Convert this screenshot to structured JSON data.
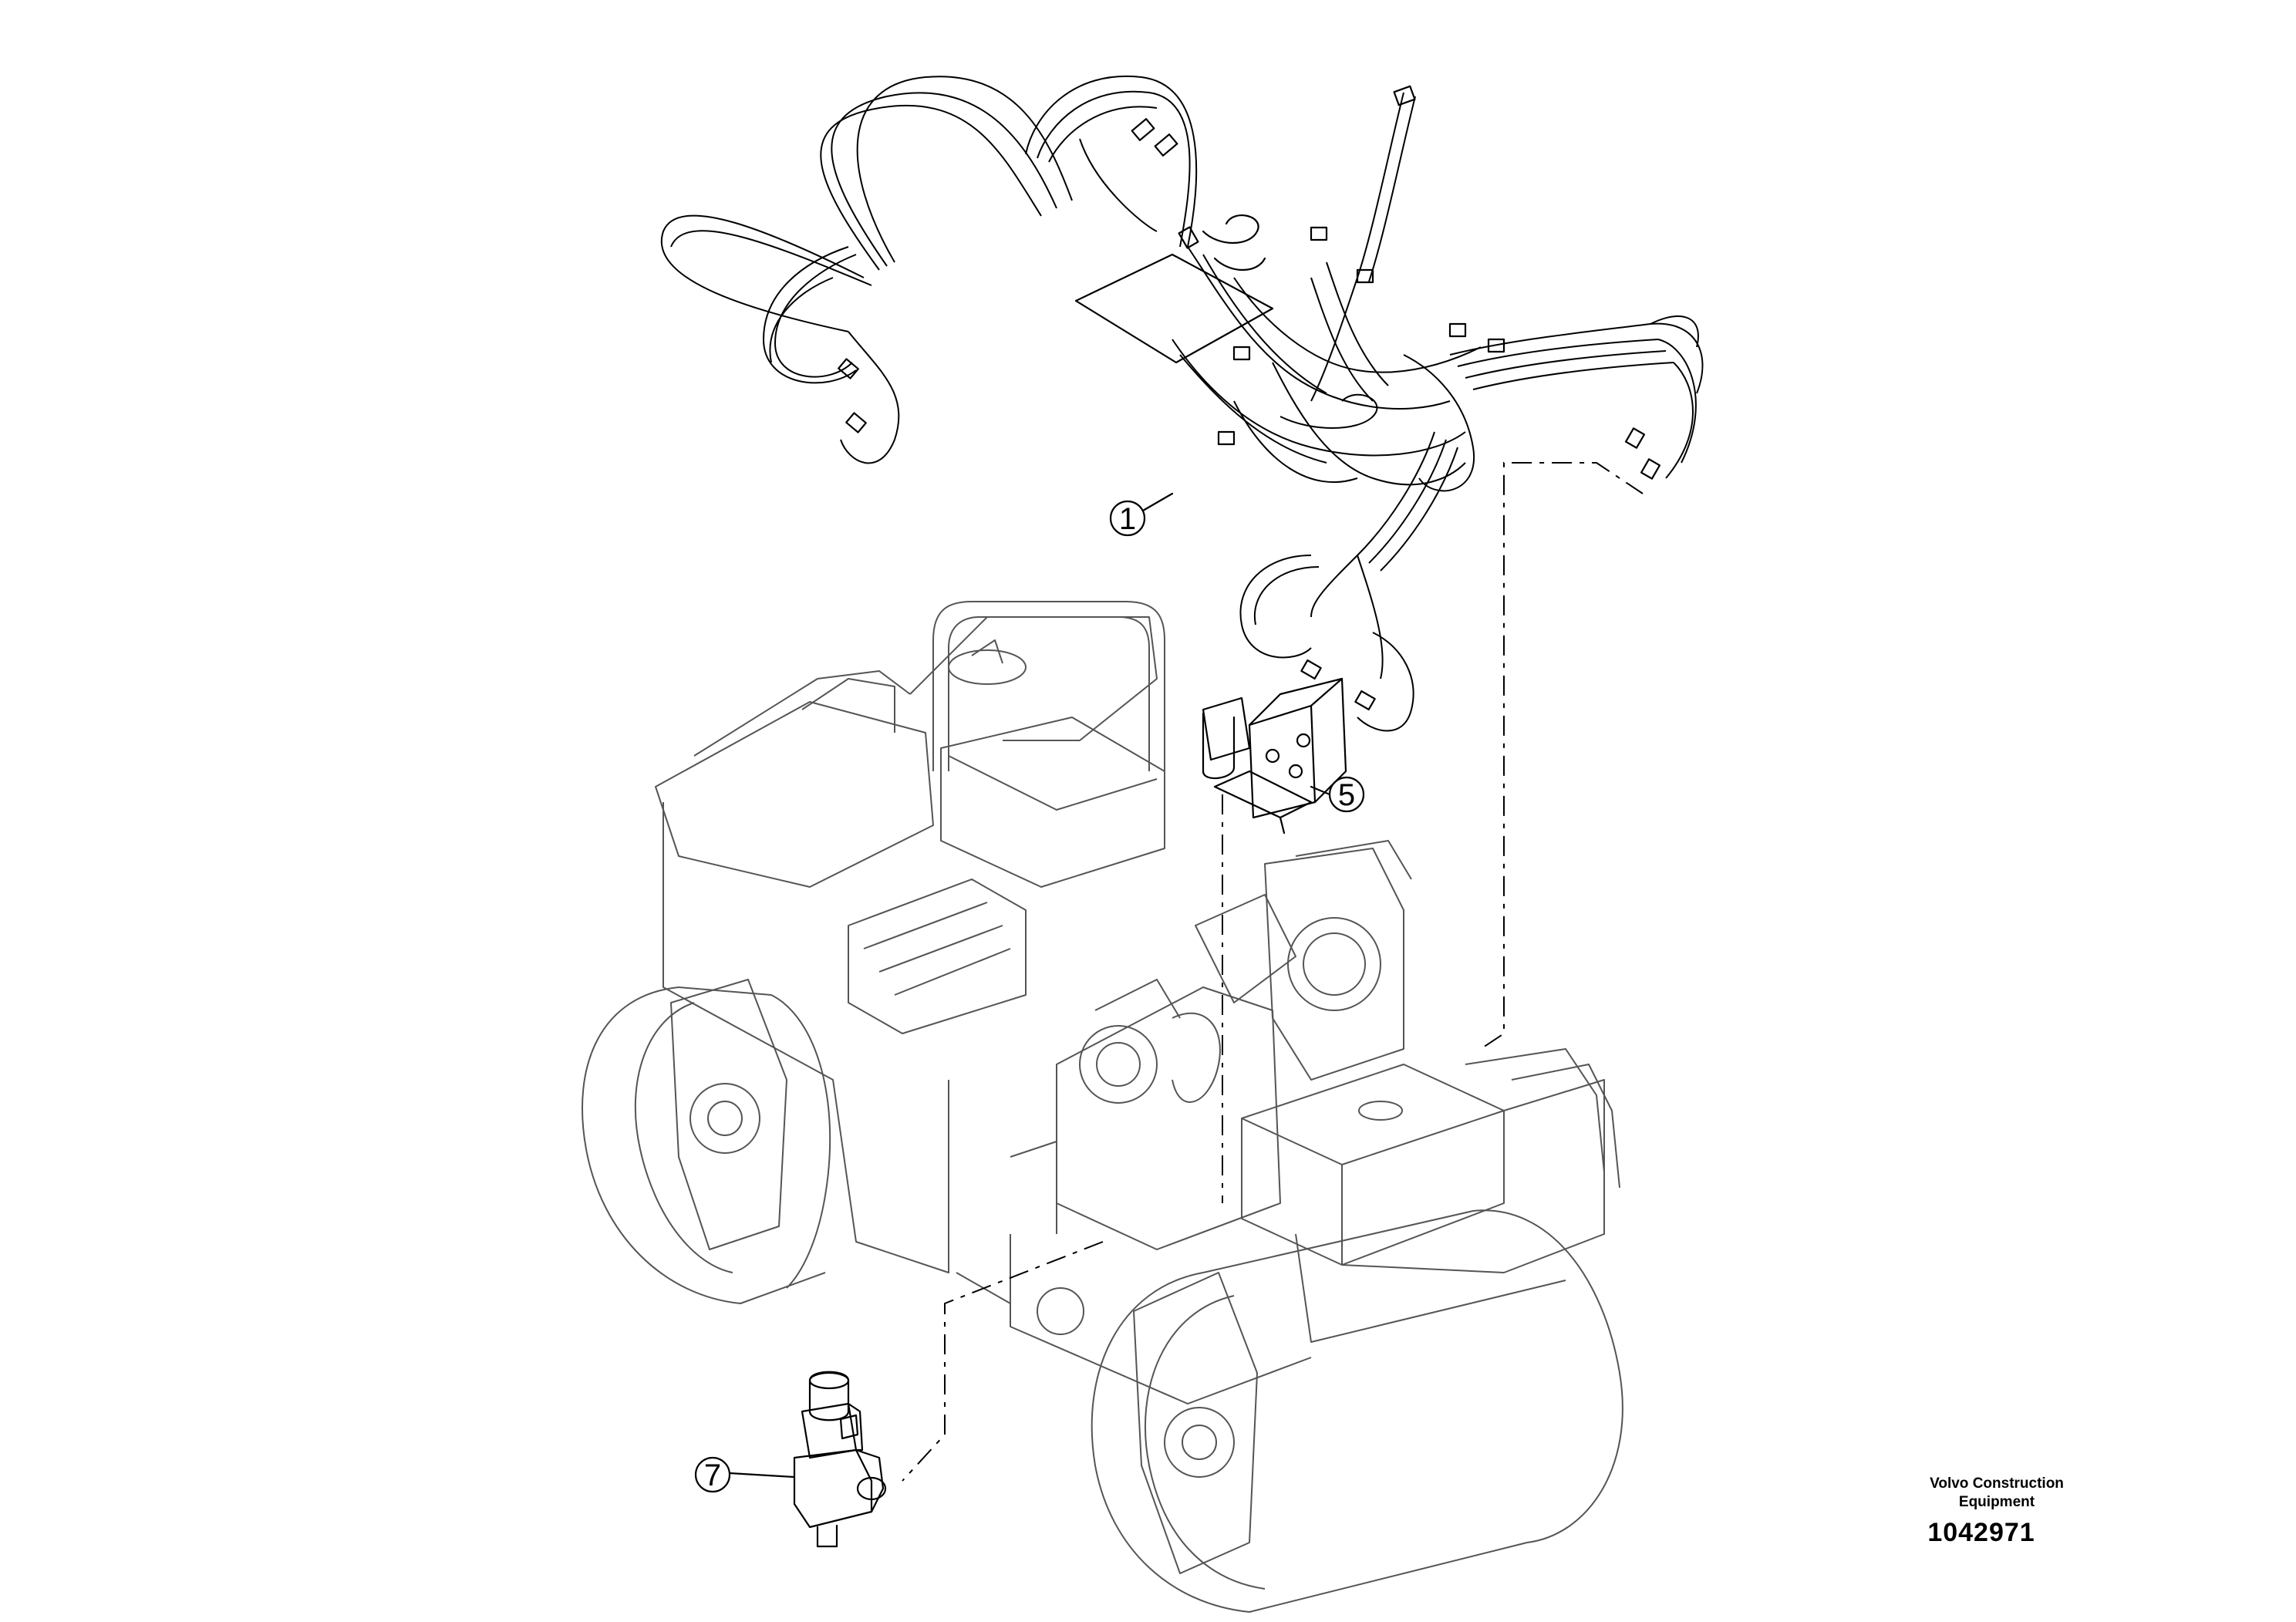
{
  "callouts": [
    {
      "id": "hose-kit",
      "label": "1"
    },
    {
      "id": "valve-block",
      "label": "5"
    },
    {
      "id": "solenoid-valve",
      "label": "7"
    }
  ],
  "footer": {
    "brand_line1": "Volvo Construction",
    "brand_line2": "Equipment",
    "doc_number": "1042971"
  }
}
